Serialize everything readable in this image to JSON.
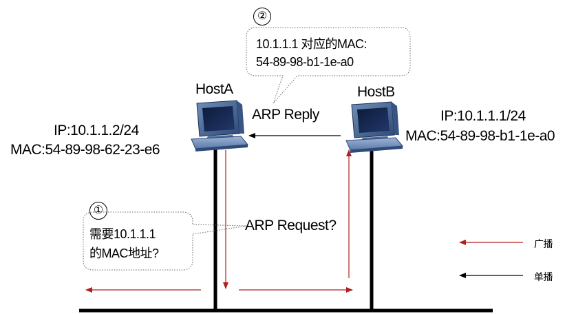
{
  "host_a": {
    "name": "HostA",
    "ip": "IP:10.1.1.2/24",
    "mac": "MAC:54-89-98-62-23-e6"
  },
  "host_b": {
    "name": "HostB",
    "ip": "IP:10.1.1.1/24",
    "mac": "MAC:54-89-98-b1-1e-a0"
  },
  "messages": {
    "arp_request": "ARP Request?",
    "arp_reply": "ARP Reply"
  },
  "callouts": {
    "request": {
      "number": "①",
      "line1": "需要10.1.1.1",
      "line2": "的MAC地址?"
    },
    "reply": {
      "number": "②",
      "line1": "10.1.1.1 对应的MAC:",
      "line2": "54-89-98-b1-1e-a0"
    }
  },
  "legend": {
    "broadcast": {
      "label": "广播",
      "color": "#b01e1e"
    },
    "unicast": {
      "label": "单播",
      "color": "#000000"
    }
  },
  "icons": [
    "computer-icon",
    "computer-icon"
  ]
}
